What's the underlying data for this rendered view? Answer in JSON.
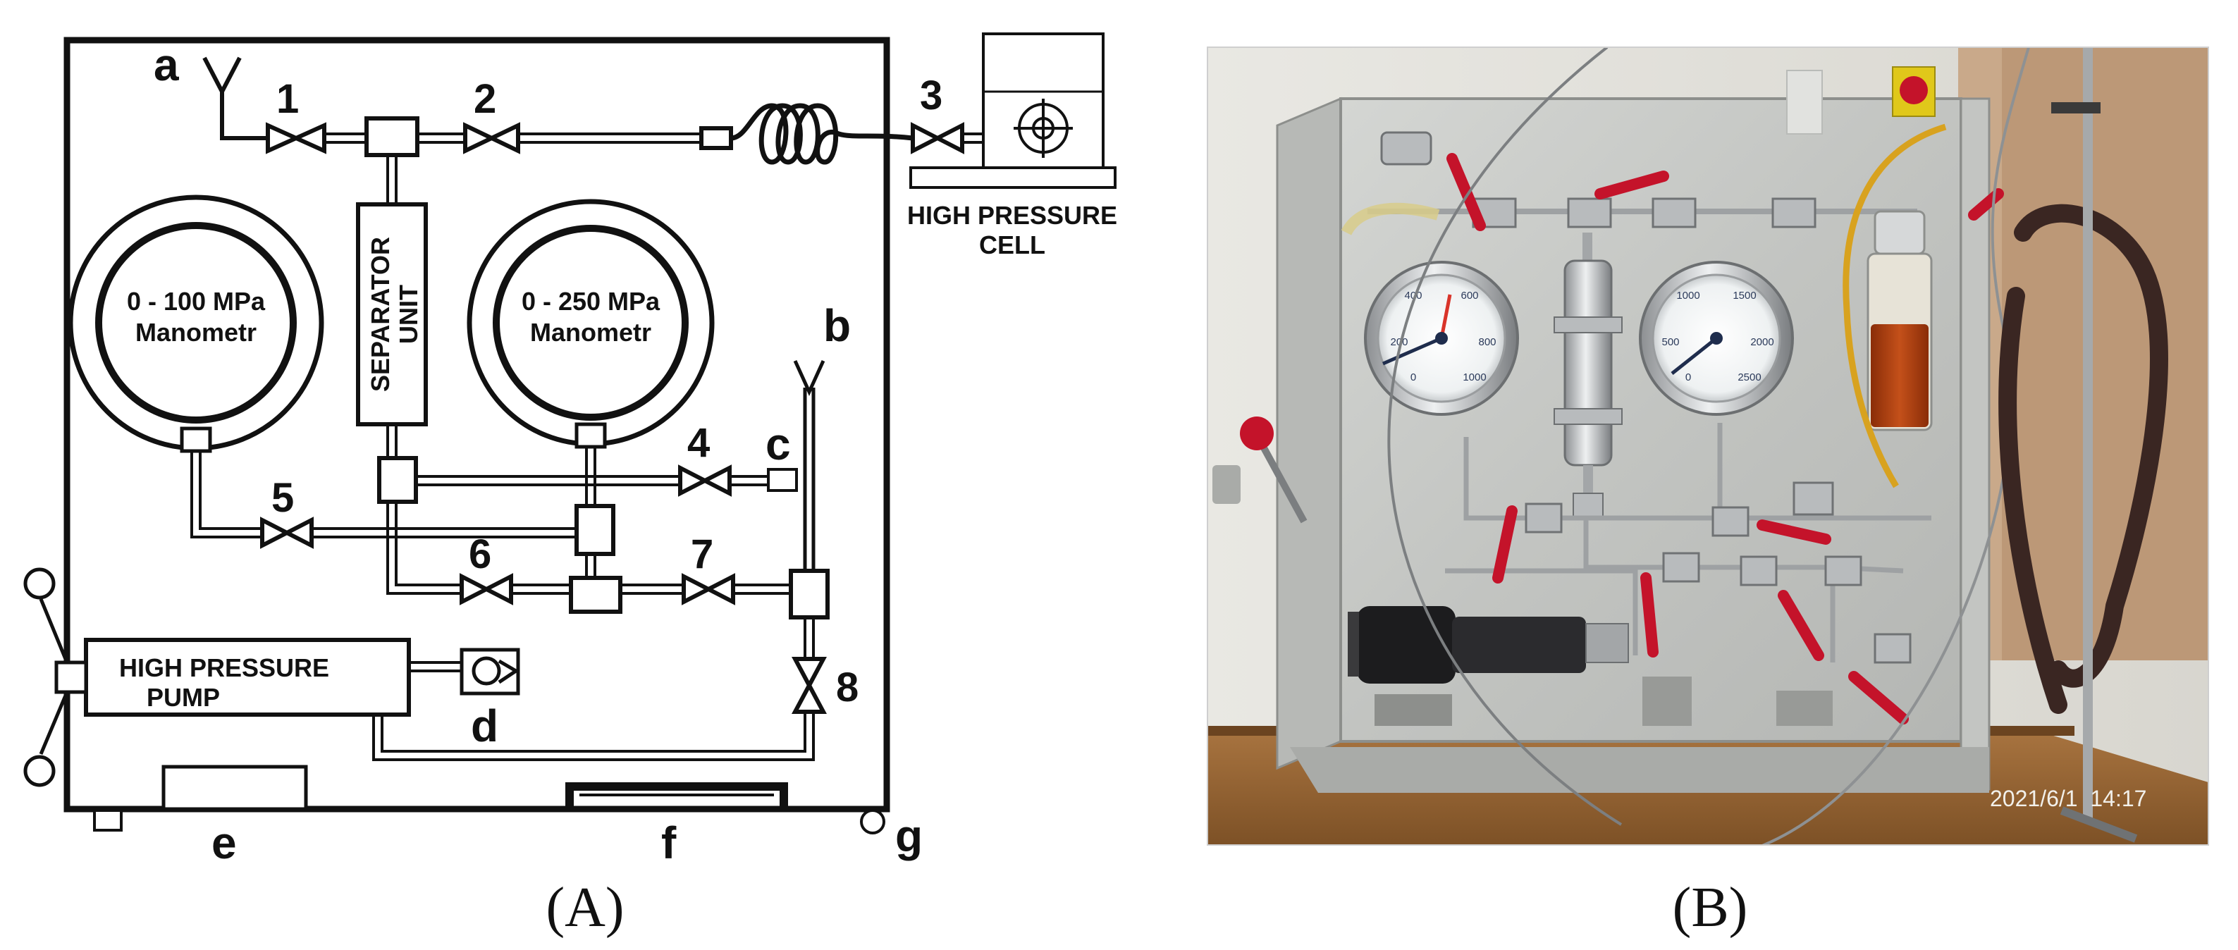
{
  "panel_a": {
    "caption": "(A)",
    "points": {
      "a": "a",
      "b": "b",
      "c": "c",
      "d": "d",
      "e": "e",
      "f": "f",
      "g": "g"
    },
    "valves": [
      "1",
      "2",
      "3",
      "4",
      "5",
      "6",
      "7",
      "8"
    ],
    "cell_label_line1": "HIGH PRESSURE",
    "cell_label_line2": "CELL",
    "gauge_left": {
      "line1": "0 - 100 MPa",
      "line2": "Manometr"
    },
    "gauge_right": {
      "line1": "0 - 250 MPa",
      "line2": "Manometr"
    },
    "separator_line1": "SEPARATOR",
    "separator_line2": "UNIT",
    "pump_line1": "HIGH PRESSURE",
    "pump_line2": "PUMP"
  },
  "panel_b": {
    "caption": "(B)",
    "timestamp": "2021/6/1  14:17",
    "gauge_left_ticks": [
      "400",
      "600",
      "200",
      "800",
      "0",
      "1000"
    ],
    "gauge_right_ticks": [
      "1000",
      "1500",
      "500",
      "2000",
      "0",
      "2500"
    ],
    "colors": {
      "panel": "#c7c9c6",
      "frame": "#b9bbb8",
      "handle": "#c4132a",
      "wood": "#9b6a3a",
      "wall": "#e4e2dc",
      "oil": "#b2400c",
      "hose": "#3a2622"
    }
  }
}
